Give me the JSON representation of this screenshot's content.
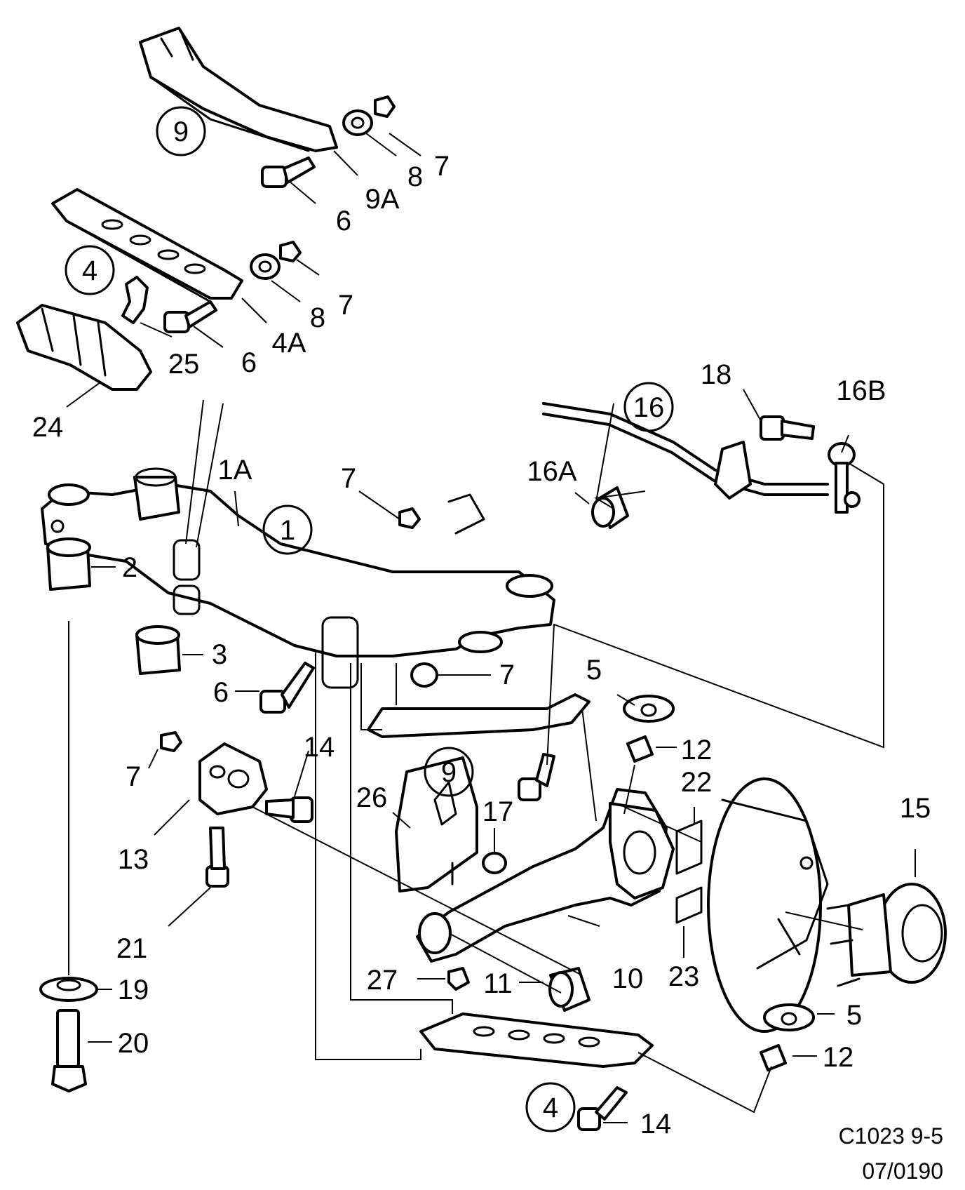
{
  "callouts": {
    "c1": "1",
    "c1a": "1A",
    "c2": "2",
    "c3": "3",
    "c4_top": "4",
    "c4a": "4A",
    "c4_bottom": "4",
    "c5_top": "5",
    "c5_bottom": "5",
    "c6_top": "6",
    "c6_mid": "6",
    "c6_frame": "6",
    "c7_top": "7",
    "c7_mid": "7",
    "c7_frame_top": "7",
    "c7_frame_right": "7",
    "c7_left": "7",
    "c8_top": "8",
    "c8_mid": "8",
    "c9_top": "9",
    "c9a": "9A",
    "c9_mid": "9",
    "c10": "10",
    "c11": "11",
    "c12_top": "12",
    "c12_bottom": "12",
    "c13": "13",
    "c14_mid": "14",
    "c14_bottom": "14",
    "c15": "15",
    "c16": "16",
    "c16a": "16A",
    "c16b": "16B",
    "c17": "17",
    "c18": "18",
    "c19": "19",
    "c20": "20",
    "c21": "21",
    "c22": "22",
    "c23": "23",
    "c24": "24",
    "c25": "25",
    "c26": "26",
    "c27": "27"
  },
  "footer": {
    "code": "C1023 9-5",
    "date": "07/0190"
  }
}
